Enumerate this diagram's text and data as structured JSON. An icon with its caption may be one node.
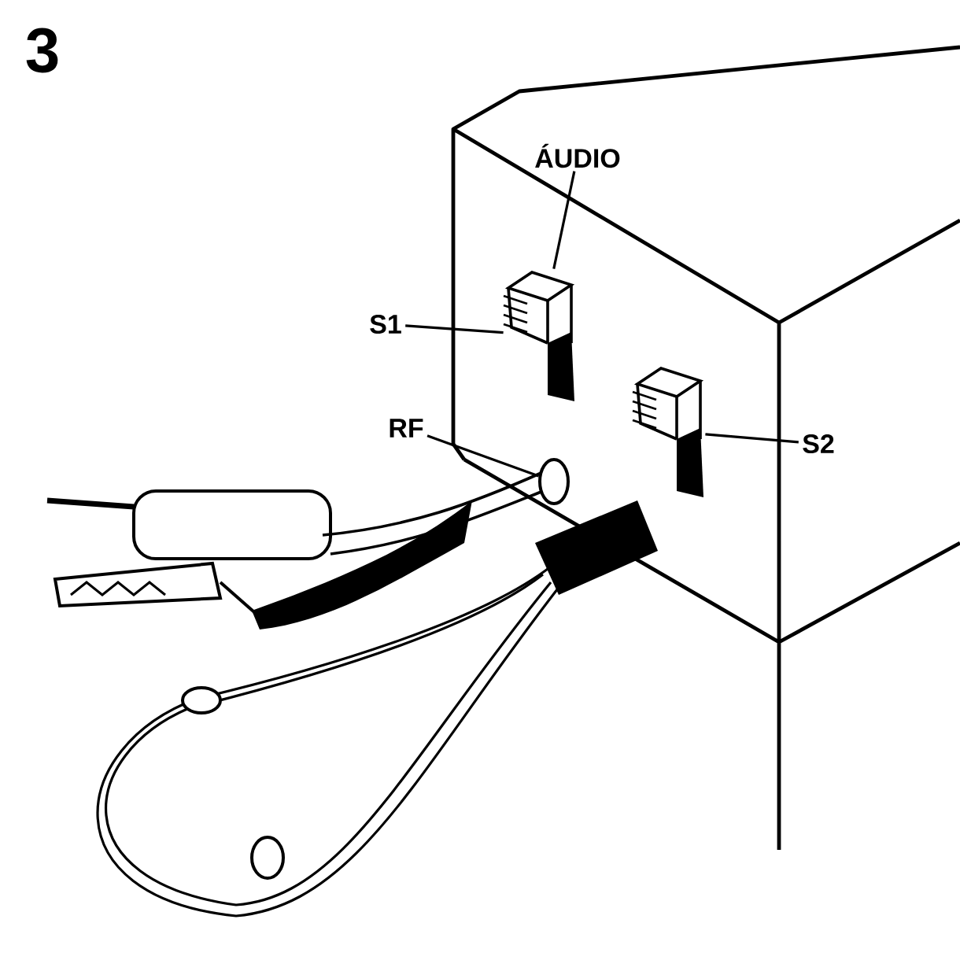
{
  "diagram": {
    "title": "3",
    "nodes": [
      {
        "text": [
          "ÁUDIO"
        ]
      },
      {
        "text": [
          "S1"
        ]
      },
      {
        "text": [
          "RF"
        ]
      },
      {
        "text": [
          "S2"
        ]
      },
      {
        "text": [],
        "shape": "picture"
      },
      {
        "text": [],
        "shape": "picture"
      },
      {
        "text": [],
        "shape": "circle"
      }
    ],
    "edges": [
      {
        "from": 0,
        "to": 4,
        "arrow": "none"
      },
      {
        "from": 1,
        "to": 4,
        "arrow": "none"
      },
      {
        "from": 2,
        "to": 6,
        "arrow": "none"
      },
      {
        "from": 3,
        "to": 5,
        "arrow": "none"
      }
    ]
  }
}
